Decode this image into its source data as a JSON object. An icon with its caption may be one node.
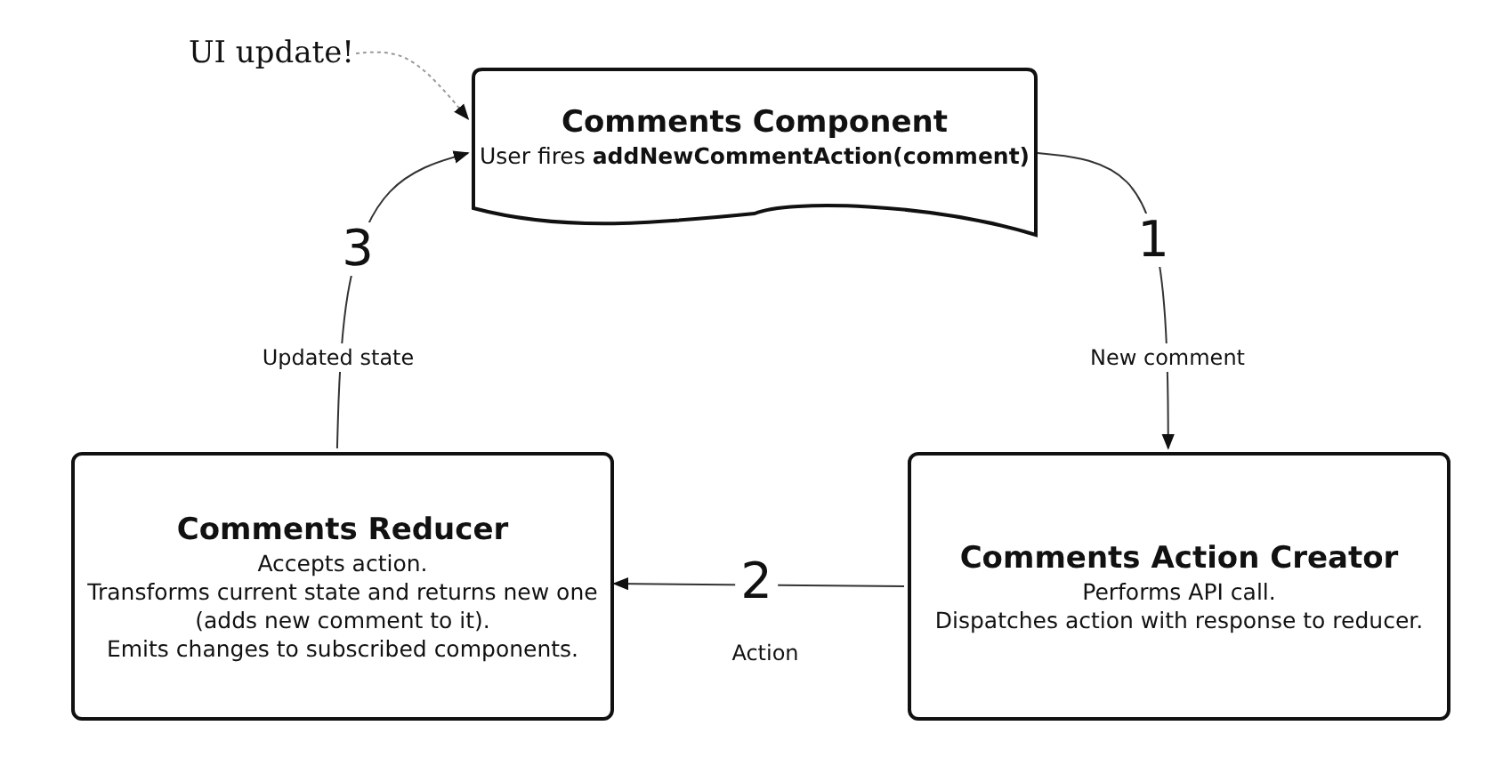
{
  "diagram": {
    "nodes": [
      {
        "text": [
          "Comments Component",
          "User fires **addNewCommentAction(comment)**"
        ]
      },
      {
        "text": [
          "Comments Reducer",
          "Accepts action.",
          "Transforms current state and returns new one (adds new comment to it).",
          "Emits changes to subscribed components."
        ]
      },
      {
        "text": [
          "Comments Action Creator",
          "Performs API call.",
          "Dispatches action with response to reducer."
        ]
      },
      {
        "text": [
          "UI update!"
        ]
      }
    ],
    "edges": [
      {
        "from": 0,
        "to": 2,
        "arrow": "to",
        "label": "New comment"
      },
      {
        "from": 2,
        "to": 1,
        "arrow": "to",
        "label": "Action"
      },
      {
        "from": 1,
        "to": 0,
        "arrow": "to",
        "label": "Updated state"
      },
      {
        "from": 3,
        "to": 0,
        "arrow": "to",
        "style": "dashed",
        "color": "#999999"
      }
    ],
    "labels": [
      "3",
      "1",
      "2"
    ]
  }
}
